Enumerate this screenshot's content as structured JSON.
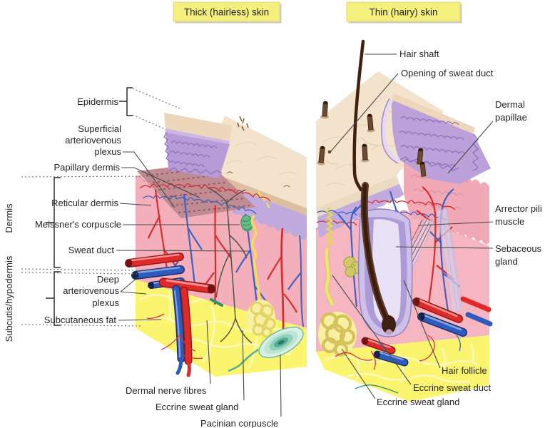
{
  "titles": {
    "thick_skin": "Thick (hairless) skin",
    "thin_skin": "Thin (hairy) skin"
  },
  "labels": {
    "epidermis": "Epidermis",
    "superficial_plexus": [
      "Superficial",
      "arteriovenous",
      "plexus"
    ],
    "papillary_dermis": "Papillary dermis",
    "reticular_dermis": "Reticular dermis",
    "meissners_corpuscle": "Meissner's corpuscle",
    "sweat_duct": "Sweat duct",
    "deep_plexus": [
      "Deep",
      "arteriovenous",
      "plexus"
    ],
    "subcutaneous_fat": "Subcutaneous fat",
    "dermis_side": "Dermis",
    "subcutis_side": "Subcutis/hypodermis",
    "hair_shaft": "Hair shaft",
    "opening_of_sweat_duct": "Opening of sweat duct",
    "dermal_papillae": [
      "Dermal",
      "papillae"
    ],
    "arrector_pili": [
      "Arrector pili",
      "muscle"
    ],
    "sebaceous_gland": [
      "Sebaceous",
      "gland"
    ],
    "hair_follicle": "Hair follicle",
    "eccrine_sweat_duct": "Eccrine sweat duct",
    "eccrine_sweat_gland": "Eccrine sweat gland",
    "dermal_nerve_fibres": "Dermal nerve fibres",
    "pacinian_corpuscle": "Pacinian corpuscle"
  },
  "palette": {
    "label_box_bg": "#F5EF7D",
    "surface_cream": "#F3E3CC",
    "epidermis_purple": "#C0A9DC",
    "dermis_pink": "#F4AFBA",
    "papillae_texture": "#C18B92",
    "fat_yellow": "#FAF46E",
    "artery_red": "#D92B2B",
    "vein_blue": "#3B62C4",
    "hair_brown": "#40200F",
    "nerve_green": "#2F8F74",
    "sebaceous_olive": "#DBD883",
    "corpuscle_teal": "#55AE92"
  }
}
